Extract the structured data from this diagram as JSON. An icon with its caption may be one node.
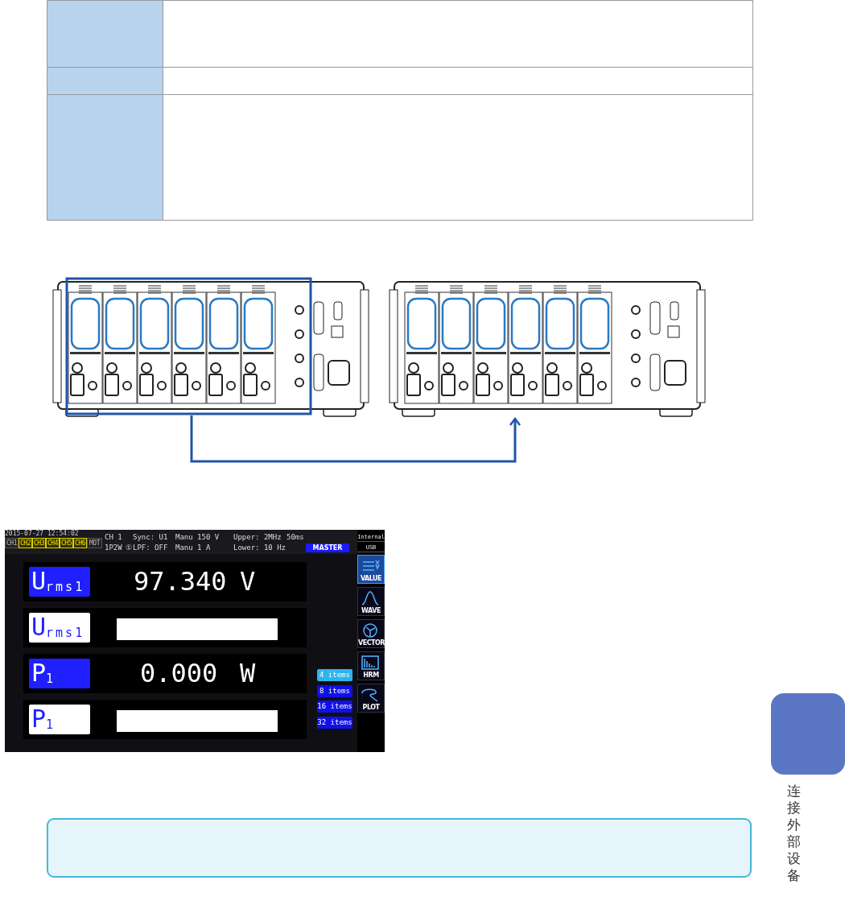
{
  "diagram": {
    "nodes": [
      {
        "text": [],
        "shape": "box"
      },
      {
        "text": [],
        "shape": "picture"
      },
      {
        "text": [],
        "shape": "box"
      },
      {
        "text": [],
        "shape": "box"
      }
    ],
    "edges": [
      {
        "from": 0,
        "to": 1,
        "arrow": "to"
      }
    ],
    "labels": [
      "2015-07-27 12:54:02",
      "CH1",
      "CH2",
      "CH3",
      "CH4",
      "CH5",
      "CH6",
      "MOT",
      "CH 1",
      "1P2W",
      "①",
      "Sync: U1",
      "LPF: OFF",
      "Manu 150 V",
      "Manu 1 A",
      "Upper: 2MHz",
      "50ms",
      "Lower: 10 Hz",
      "MASTER",
      "Internal",
      "USB",
      "U$_{rms1}$",
      "97.340",
      "V",
      "U$_{rms1}$",
      "P$_{1}$",
      "0.000",
      "W",
      "P$_{1}$",
      "4 items",
      "8 items",
      "16 items",
      "32 items",
      "VALUE",
      "WAVE",
      "VECTOR",
      "HRM",
      "PLOT",
      "连接外部设备"
    ]
  }
}
